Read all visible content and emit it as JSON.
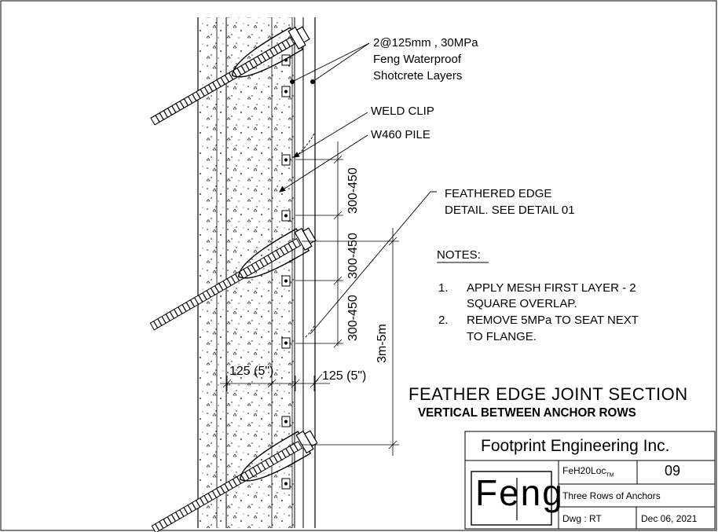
{
  "labels": {
    "layers_line1": "2@125mm , 30MPa",
    "layers_line2": "Feng Waterproof",
    "layers_line3": "Shotcrete Layers",
    "weld_clip": "WELD CLIP",
    "w460_pile": "W460 PILE",
    "feathered_line1": "FEATHERED EDGE",
    "feathered_line2": "DETAIL. SEE DETAIL 01"
  },
  "notes": {
    "heading": "NOTES:",
    "items": [
      {
        "num": "1.",
        "line1": "APPLY MESH FIRST LAYER - 2",
        "line2": "SQUARE  OVERLAP."
      },
      {
        "num": "2.",
        "line1": "REMOVE 5MPa TO SEAT NEXT",
        "line2": "TO FLANGE."
      }
    ]
  },
  "dimensions": {
    "spacing_1": "300-450",
    "spacing_2": "300-450",
    "spacing_3": "300-450",
    "overall": "3m-5m",
    "layer_1": "125 (5\")",
    "layer_2": "125 (5\")"
  },
  "section_title": {
    "line1": "FEATHER  EDGE  JOINT  SECTION",
    "line2": "VERTICAL  BETWEEN  ANCHOR  ROWS"
  },
  "title_block": {
    "company": "Footprint Engineering Inc.",
    "logo_text": "Feng",
    "product": "FeH20Loc",
    "trademark": "TM",
    "sheet_number": "09",
    "description": "Three Rows of Anchors",
    "drawn_by": "Dwg : RT",
    "date": "Dec 06, 2021"
  }
}
